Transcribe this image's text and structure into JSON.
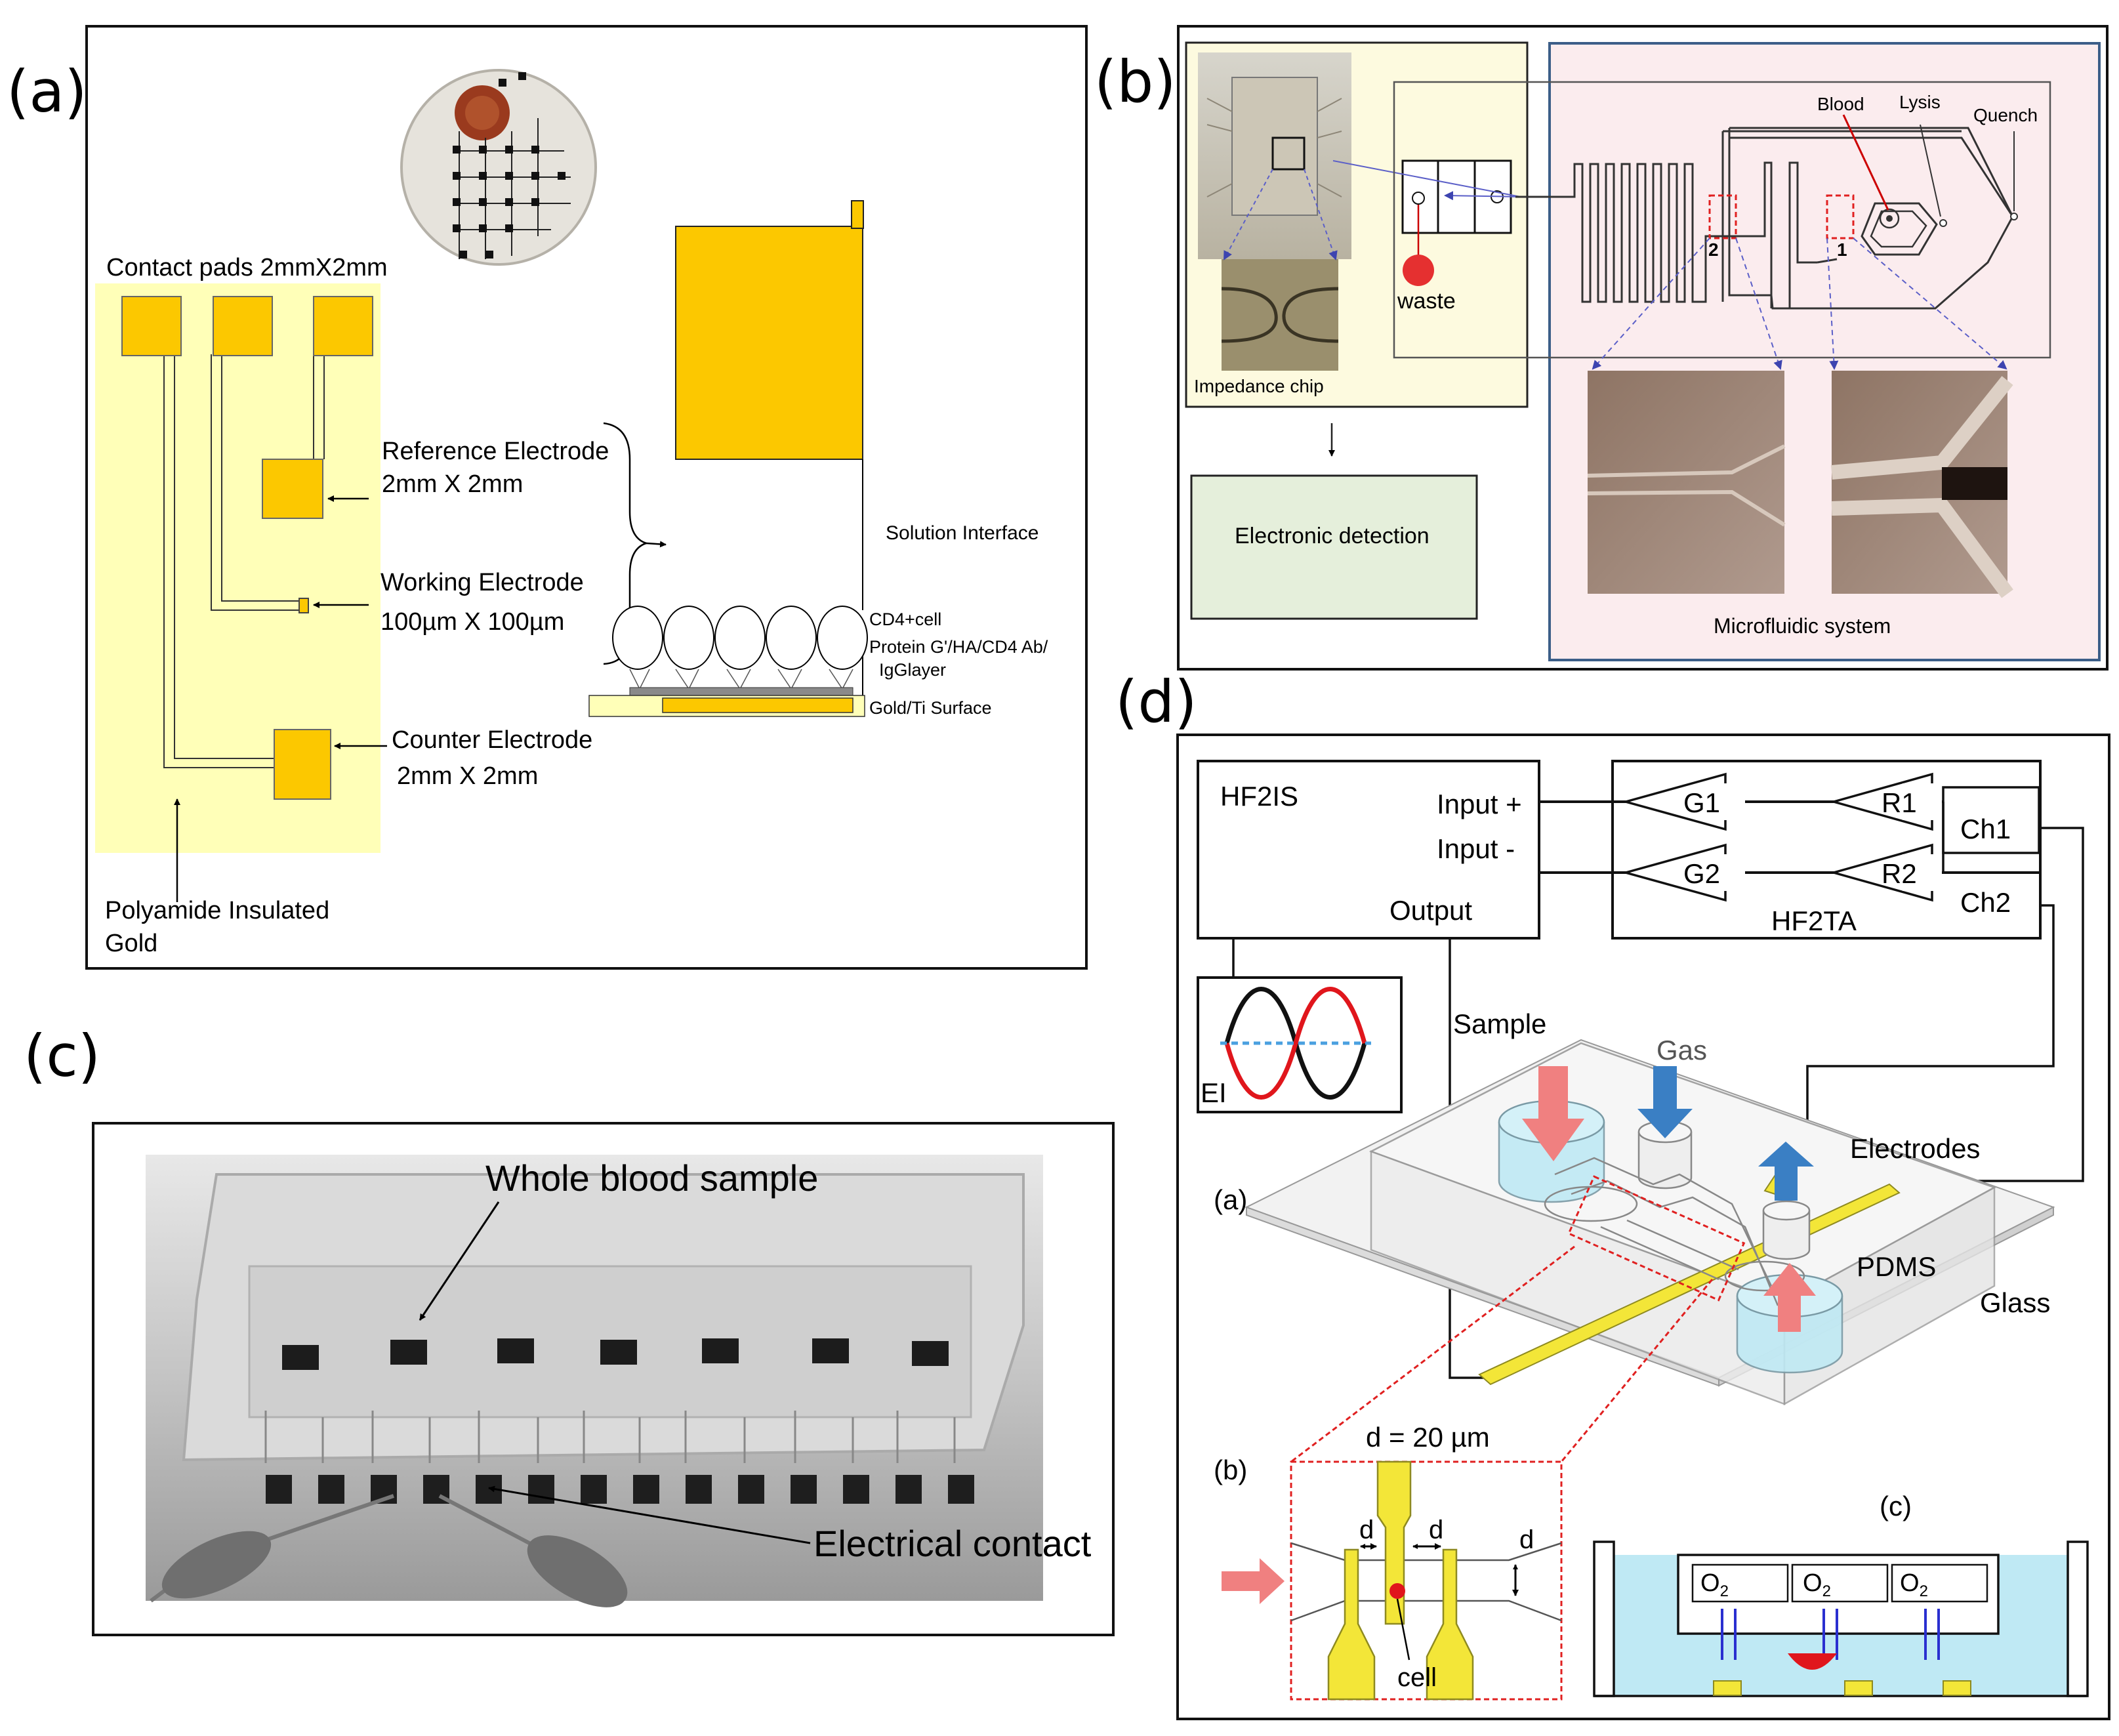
{
  "panels": {
    "a": {
      "letter": "(a)",
      "contact_pads": "Contact pads 2mmX2mm",
      "reference_label": "Reference Electrode",
      "reference_size": "2mm X 2mm",
      "working_label": "Working Electrode",
      "working_size": "100µm X 100µm",
      "counter_label": "Counter Electrode",
      "counter_size": "2mm X 2mm",
      "insulation_line1": "Polyamide Insulated",
      "insulation_line2": "Gold",
      "solution_interface": "Solution Interface",
      "cell_label": "CD4+cell",
      "protein_line1": "Protein G'/HA/CD4 Ab/",
      "protein_line2": "IgGlayer",
      "surface_label": "Gold/Ti Surface",
      "colors": {
        "gold": "#fcc800",
        "insulation": "#ffffb8"
      }
    },
    "b": {
      "letter": "(b)",
      "blood": "Blood",
      "lysis": "Lysis",
      "quench": "Quench",
      "waste": "waste",
      "marker_2": "2",
      "marker_1": "1",
      "impedance_chip": "Impedance chip",
      "electronic_detection": "Electronic detection",
      "microfluidic_system": "Microfluidic system",
      "colors": {
        "chip_bg": "#fdfadf",
        "system_bg": "#fbecee",
        "detection_bg": "#e5efdb",
        "frame": "#3c5e88"
      }
    },
    "c": {
      "letter": "(c)",
      "whole_blood": "Whole blood sample",
      "electrical_contact": "Electrical contact"
    },
    "d": {
      "letter": "(d)",
      "hf2is": "HF2IS",
      "input_plus": "Input +",
      "input_minus": "Input -",
      "output": "Output",
      "g1": "G1",
      "g2": "G2",
      "r1": "R1",
      "r2": "R2",
      "ch1": "Ch1",
      "ch2": "Ch2",
      "hf2ta": "HF2TA",
      "ei": "EI",
      "sample": "Sample",
      "gas": "Gas",
      "electrodes": "Electrodes",
      "sub_a": "(a)",
      "pdms": "PDMS",
      "glass": "Glass",
      "sub_b": "(b)",
      "gap": "d = 20 µm",
      "d_left": "d",
      "d_mid": "d",
      "d_right": "d",
      "cell": "cell",
      "sub_c": "(c)",
      "o2_1": "O",
      "o2_2": "O",
      "o2_3": "O",
      "sub2": "2",
      "colors": {
        "electrode": "#f3e638",
        "liquid": "#bfe9f4",
        "arrow_red": "#f08080",
        "arrow_blue": "#3a7fc4"
      }
    }
  }
}
